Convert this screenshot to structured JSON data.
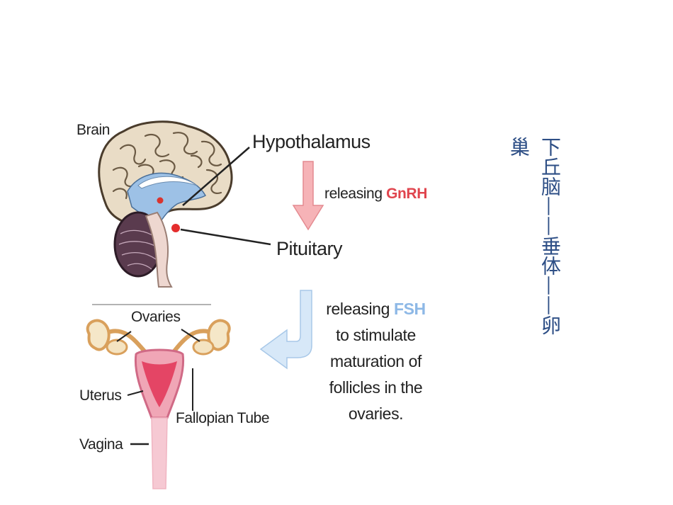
{
  "labels": {
    "brain": "Brain",
    "hypothalamus": "Hypothalamus",
    "pituitary": "Pituitary",
    "ovaries": "Ovaries",
    "uterus": "Uterus",
    "fallopian_tube": "Fallopian Tube",
    "vagina": "Vagina"
  },
  "arrow1": {
    "prefix": "releasing ",
    "hormone": "GnRH"
  },
  "arrow2": {
    "prefix": "releasing ",
    "hormone": "FSH",
    "line2": "to stimulate",
    "line3": "maturation of",
    "line4": "follicles in the",
    "line5": "ovaries."
  },
  "side_text": {
    "col1": "下丘脑——垂体——卵",
    "col2": "巢"
  },
  "colors": {
    "gnrh": "#e0454e",
    "fsh": "#8db8e6",
    "side_text": "#2e4f86",
    "arrow_down": "#f4a3a8",
    "arrow_curve": "#cfe3f6"
  }
}
